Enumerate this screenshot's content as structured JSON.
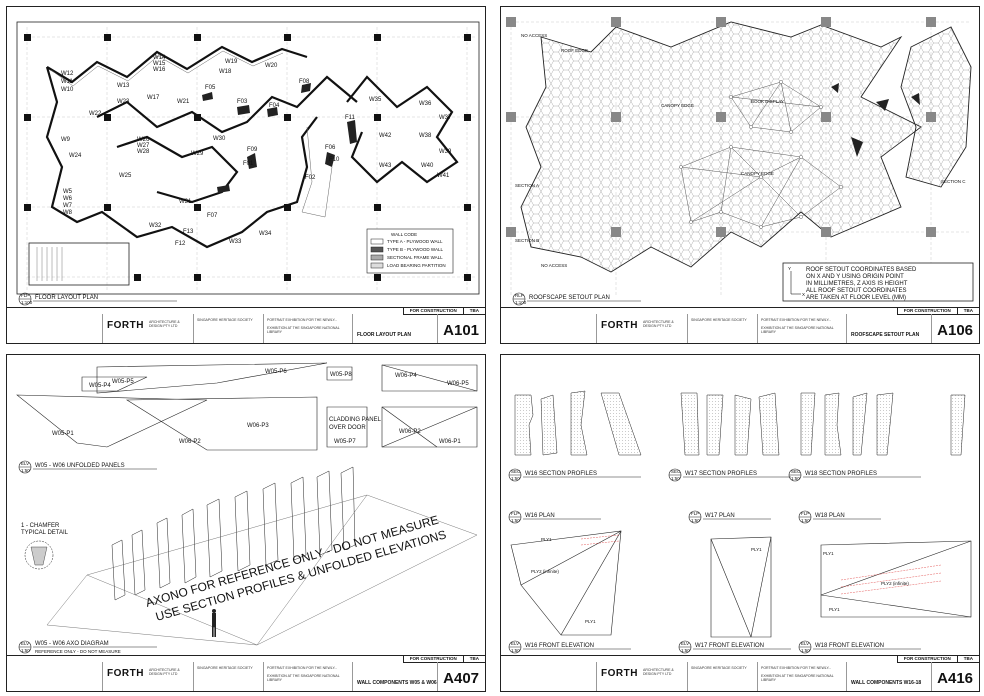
{
  "sheets": [
    {
      "number": "A101",
      "title": "FLOOR LAYOUT PLAN",
      "status": "FOR CONSTRUCTION",
      "rev": "TBA",
      "ref_label": "FLOOR LAYOUT PLAN",
      "ref_tag": "FLP",
      "ref_scale": "1:100",
      "labels": [
        "W12",
        "W11",
        "W10",
        "W13",
        "W14",
        "W15",
        "W16",
        "W17",
        "W18",
        "W19",
        "W20",
        "W21",
        "W22",
        "W23",
        "W24",
        "W25",
        "W26",
        "W27",
        "W28",
        "W29",
        "W30",
        "W31",
        "W32",
        "W33",
        "W34",
        "W35",
        "W36",
        "W37",
        "W38",
        "W39",
        "W40",
        "W41",
        "W42",
        "W43",
        "W5",
        "W6",
        "W7",
        "W8",
        "W9",
        "F01",
        "F02",
        "F03",
        "F04",
        "F05",
        "F06",
        "F07",
        "F08",
        "F09",
        "F10",
        "F11",
        "F12",
        "F13"
      ],
      "legend_title": "WALL CODE",
      "legend": [
        "TYPE A - PLYWOOD WALL",
        "TYPE B - PLYWOOD WALL",
        "SECTIONAL FRAME WALL",
        "LOAD BEARING PARTITION"
      ]
    },
    {
      "number": "A106",
      "title": "ROOFSCAPE SETOUT PLAN",
      "status": "FOR CONSTRUCTION",
      "rev": "TBA",
      "ref_label": "ROOFSCAPE SETOUT PLAN",
      "ref_tag": "RLP",
      "ref_scale": "1:100",
      "note": [
        "ROOF SETOUT COORDINATES BASED",
        "ON X AND Y USING ORIGIN POINT",
        "IN MILLIMETRES, Z AXIS IS HEIGHT",
        "ALL ROOF SETOUT COORDINATES",
        "ARE TAKEN AT FLOOR LEVEL (MM)"
      ],
      "labels": [
        "CANOPY EDGE",
        "CANOPY EDGE",
        "ROOF EDGE",
        "BOOK DISPLAY",
        "NO ACCESS",
        "NO ACCESS",
        "SECTION A",
        "SECTION B",
        "SECTION C"
      ]
    },
    {
      "number": "A407",
      "title": "WALL COMPONENTS W05 & W06",
      "status": "FOR CONSTRUCTION",
      "rev": "TBA",
      "panels": [
        "W05-P6",
        "W05-P5",
        "W05-P4",
        "W05-P1",
        "W06-P3",
        "W06-P2",
        "W06-P1",
        "W05-P8",
        "W06-P4",
        "W06-P5",
        "W06-P2",
        "W05-P7"
      ],
      "cladding": [
        "CLADDING PANEL",
        "OVER DOOR"
      ],
      "elv_tag": "ELV",
      "elv_scale": "1:50",
      "elv_label": "W05 - W06 UNFOLDED PANELS",
      "chamfer": [
        "1 - CHAMFER",
        "TYPICAL DETAIL"
      ],
      "axono": [
        "AXONO FOR REFERENCE ONLY - DO NOT MEASURE",
        "USE SECTION PROFILES & UNFOLDED ELEVATIONS"
      ],
      "axo_tag": "ELV",
      "axo_scale": "1:50",
      "axo_label": "W05 - W06 AXO DIAGRAM",
      "axo_sub": "REFERENCE ONLY - DO NOT MEASURE"
    },
    {
      "number": "A416",
      "title": "WALL COMPONENTS W16-18",
      "status": "FOR CONSTRUCTION",
      "rev": "TBA",
      "sections": [
        {
          "tag": "SEC",
          "scale": "1:50",
          "label": "W16 SECTION PROFILES"
        },
        {
          "tag": "SEC",
          "scale": "1:50",
          "label": "W17 SECTION PROFILES"
        },
        {
          "tag": "SEC",
          "scale": "1:50",
          "label": "W18 SECTION PROFILES"
        }
      ],
      "plans": [
        {
          "tag": "FLP",
          "scale": "1:50",
          "label": "W16 PLAN"
        },
        {
          "tag": "FLP",
          "scale": "1:50",
          "label": "W17 PLAN"
        },
        {
          "tag": "FLP",
          "scale": "1:50",
          "label": "W18 PLAN"
        }
      ],
      "elevations": [
        {
          "tag": "ELV",
          "scale": "1:50",
          "label": "W16 FRONT ELEVATION"
        },
        {
          "tag": "ELV",
          "scale": "1:50",
          "label": "W17 FRONT ELEVATION"
        },
        {
          "tag": "ELV",
          "scale": "1:50",
          "label": "W18 FRONT ELEVATION"
        }
      ],
      "ply": [
        "PLY1",
        "PLY2 (infinite)",
        "PLY1",
        "PLY1",
        "PLY1",
        "PLY2 (infinite)",
        "PLY1"
      ]
    }
  ],
  "titleblock": {
    "logo": "FORTH",
    "logo_sub": "ARCHITECTURE & DESIGN PTY LTD",
    "client": "SINGAPORE HERITAGE SOCIETY",
    "project": "PORTRAIT EXHIBITION FOR THE NEWLY...",
    "location": "EXHIBITION AT THE SINGAPORE NATIONAL LIBRARY"
  }
}
